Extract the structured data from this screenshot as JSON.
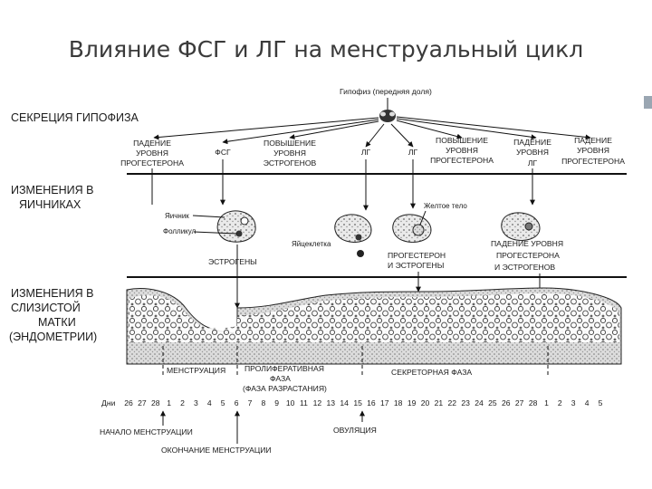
{
  "title": "Влияние ФСГ и ЛГ на менструальный цикл",
  "pituitary": "Гипофиз (передняя доля)",
  "sections": {
    "secretion": "СЕКРЕЦИЯ ГИПОФИЗА",
    "ovary": [
      "ИЗМЕНЕНИЯ В",
      "ЯИЧНИКАХ"
    ],
    "endometrium": [
      "ИЗМЕНЕНИЯ В",
      "СЛИЗИСТОЙ",
      "МАТКИ",
      "(ЭНДОМЕТРИИ)"
    ]
  },
  "hormone_labels": {
    "progesterone_fall_1": [
      "ПАДЕНИЕ",
      "УРОВНЯ",
      "ПРОГЕСТЕРОНА"
    ],
    "fsh": "ФСГ",
    "estrogen_rise": [
      "ПОВЫШЕНИЕ",
      "УРОВНЯ",
      "ЭСТРОГЕНОВ"
    ],
    "lh_1": "ЛГ",
    "lh_2": "ЛГ",
    "progesterone_rise": [
      "ПОВЫШЕНИЕ",
      "УРОВНЯ",
      "ПРОГЕСТЕРОНА"
    ],
    "progesterone_fall_lh": [
      "ПАДЕНИЕ",
      "УРОВНЯ",
      "ЛГ"
    ],
    "progesterone_fall_2": [
      "ПАДЕНИЕ",
      "УРОВНЯ",
      "ПРОГЕСТЕРОНА"
    ]
  },
  "ovary_labels": {
    "ovary": "Яичник",
    "follicle": "Фолликул",
    "egg": "Яйцеклетка",
    "corpus_luteum": "Желтое тело",
    "estrogens": "ЭСТРОГЕНЫ",
    "prog_estro": [
      "ПРОГЕСТЕРОН",
      "И ЭСТРОГЕНЫ"
    ],
    "fall_prog_estro": [
      "ПАДЕНИЕ УРОВНЯ",
      "ПРОГЕСТЕРОНА",
      "И ЭСТРОГЕНОВ"
    ]
  },
  "phases": {
    "menstruation": "МЕНСТРУАЦИЯ",
    "proliferative": [
      "ПРОЛИФЕРАТИВНАЯ",
      "ФАЗА",
      "(ФАЗА РАЗРАСТАНИЯ)"
    ],
    "secretory": "СЕКРЕТОРНАЯ ФАЗА"
  },
  "days_label": "Дни",
  "days": [
    "26",
    "27",
    "28",
    "1",
    "2",
    "3",
    "4",
    "5",
    "6",
    "7",
    "8",
    "9",
    "10",
    "11",
    "12",
    "13",
    "14",
    "15",
    "16",
    "17",
    "18",
    "19",
    "20",
    "21",
    "22",
    "23",
    "24",
    "25",
    "26",
    "27",
    "28",
    "1",
    "2",
    "3",
    "4",
    "5"
  ],
  "events": {
    "start": "НАЧАЛО МЕНСТРУАЦИИ",
    "ovulation": "ОВУЛЯЦИЯ",
    "end": "ОКОНЧАНИЕ МЕНСТРУАЦИИ"
  }
}
